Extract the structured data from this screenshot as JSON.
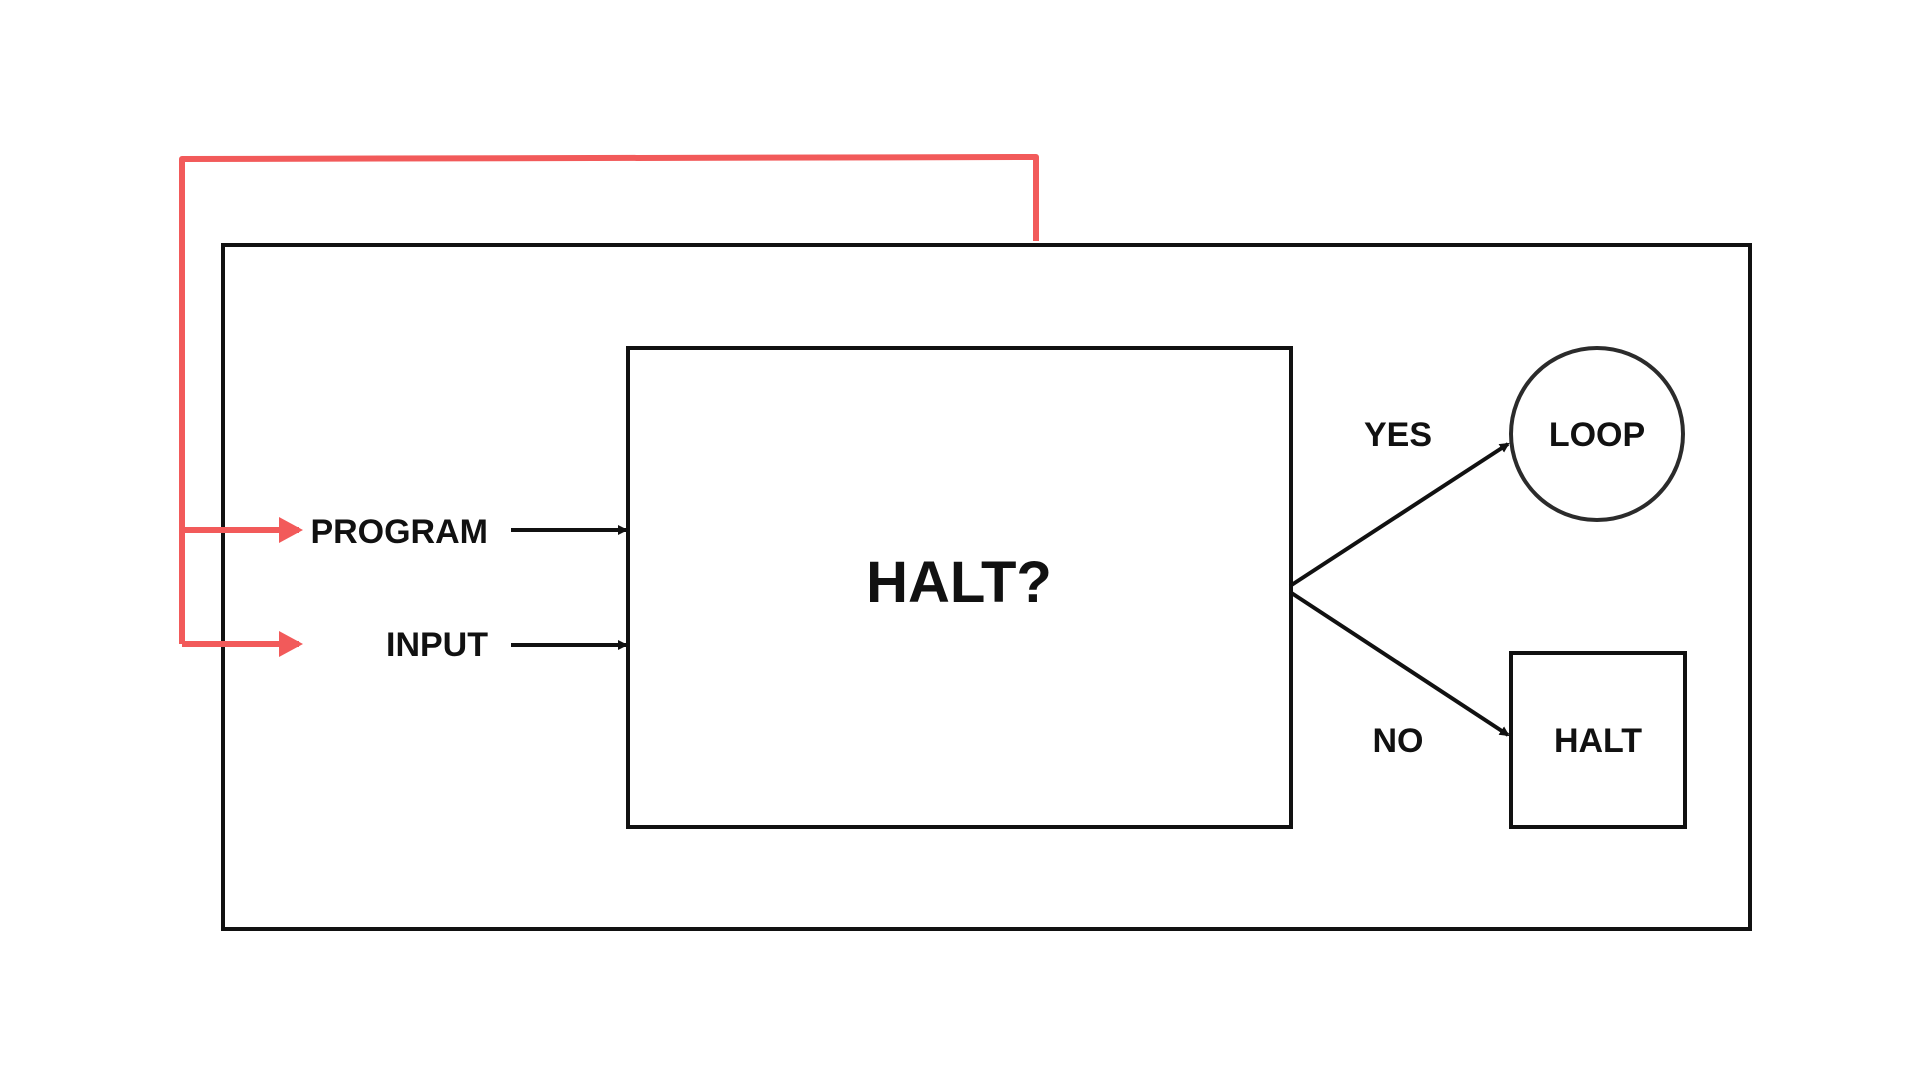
{
  "diagram": {
    "decision": {
      "label": "HALT?"
    },
    "inputs": [
      {
        "label": "PROGRAM"
      },
      {
        "label": "INPUT"
      }
    ],
    "branches": [
      {
        "label": "YES",
        "target": "LOOP",
        "target_shape": "circle"
      },
      {
        "label": "NO",
        "target": "HALT",
        "target_shape": "square"
      }
    ],
    "feedback": {
      "description_visible": false
    }
  },
  "colors": {
    "stroke": "#111111",
    "feedback": "#f25a5a",
    "background": "#ffffff"
  }
}
